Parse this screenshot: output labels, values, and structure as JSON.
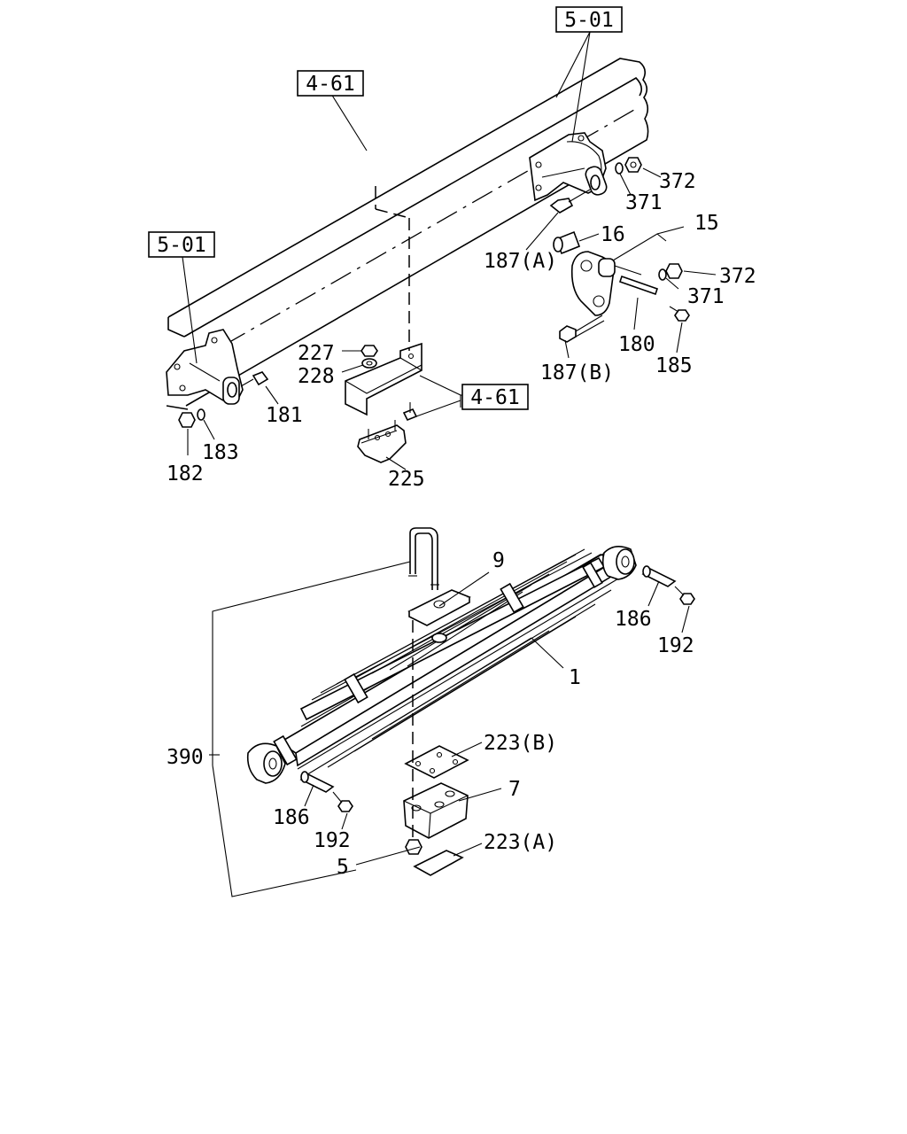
{
  "references": {
    "frame_top": "5-01",
    "frame_left": "5-01",
    "bracket_top": "4-61",
    "bracket_mid": "4-61"
  },
  "parts": {
    "p372a": "372",
    "p371a": "371",
    "p15": "15",
    "p16": "16",
    "p187a": "187(A)",
    "p372b": "372",
    "p371b": "371",
    "p180": "180",
    "p185": "185",
    "p187b": "187(B)",
    "p227": "227",
    "p228": "228",
    "p181": "181",
    "p183": "183",
    "p182": "182",
    "p225": "225",
    "p9": "9",
    "p1": "1",
    "p186a": "186",
    "p192a": "192",
    "p390": "390",
    "p223b": "223(B)",
    "p7": "7",
    "p186b": "186",
    "p192b": "192",
    "p5": "5",
    "p223a": "223(A)"
  }
}
